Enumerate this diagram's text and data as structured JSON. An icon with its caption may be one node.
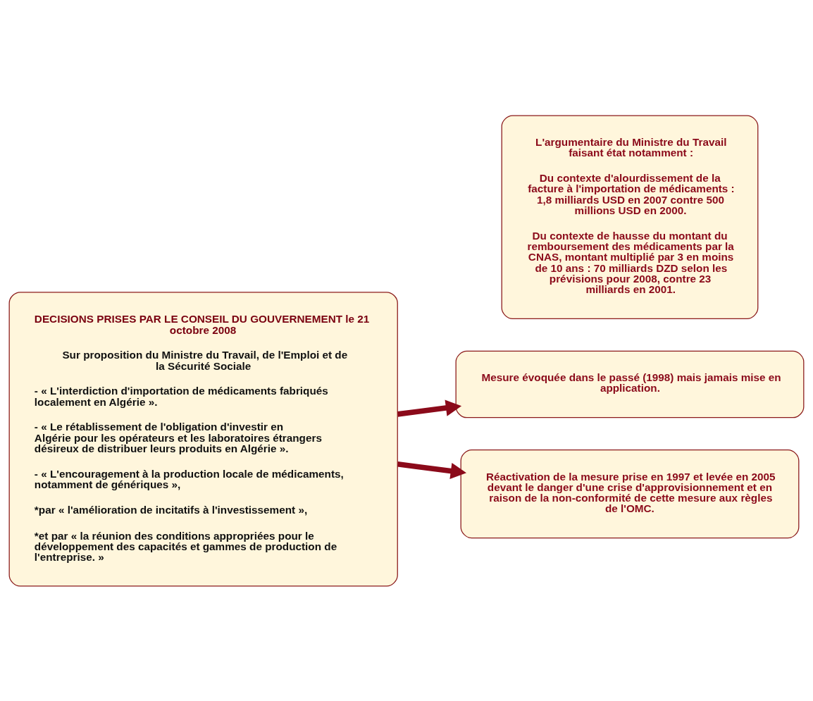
{
  "diagram": {
    "nodes": [
      {
        "text": [
          "DECISIONS PRISES PAR LE CONSEIL DU GOUVERNEMENT le 21 octobre 2008",
          "Sur proposition du Ministre du Travail, de l'Emploi et de la Sécurité Sociale",
          "- « L'interdiction d'importation de médicaments fabriqués localement en Algérie ».",
          "- « Le rétablissement de l'obligation d'investir en Algérie pour les opérateurs et les laboratoires étrangers désireux de distribuer leurs produits en Algérie ».",
          "- « L'encouragement à la production locale de médicaments, notamment de génériques »,",
          "*par « l'amélioration de incitatifs à l'investissement »,",
          "*et par « la réunion des conditions appropriées pour le développement des capacités et gammes de production de l'entreprise. »"
        ]
      },
      {
        "text": [
          "Mesure évoquée dans le passé (1998) mais jamais mise en application."
        ]
      },
      {
        "text": [
          "Réactivation de la mesure prise en 1997 et levée en 2005 devant le danger d'une crise d'approvisionnement et en raison de la non-conformité de cette mesure aux règles de l'OMC."
        ]
      },
      {
        "text": [
          "L'argumentaire du Ministre du Travail faisant état notamment :",
          "Du contexte d'alourdissement de la facture à l'importation de médicaments : 1,8 milliards USD en 2007 contre 500 millions USD en 2000.",
          "Du contexte de hausse du montant du remboursement des médicaments par la CNAS, montant multiplié par 3 en moins de 10 ans : 70 milliards DZD selon les prévisions pour 2008, contre 23 milliards en 2001."
        ]
      }
    ],
    "edges": [
      {
        "from": 0,
        "to": 1,
        "arrow": "to"
      },
      {
        "from": 0,
        "to": 2,
        "arrow": "to"
      }
    ]
  }
}
